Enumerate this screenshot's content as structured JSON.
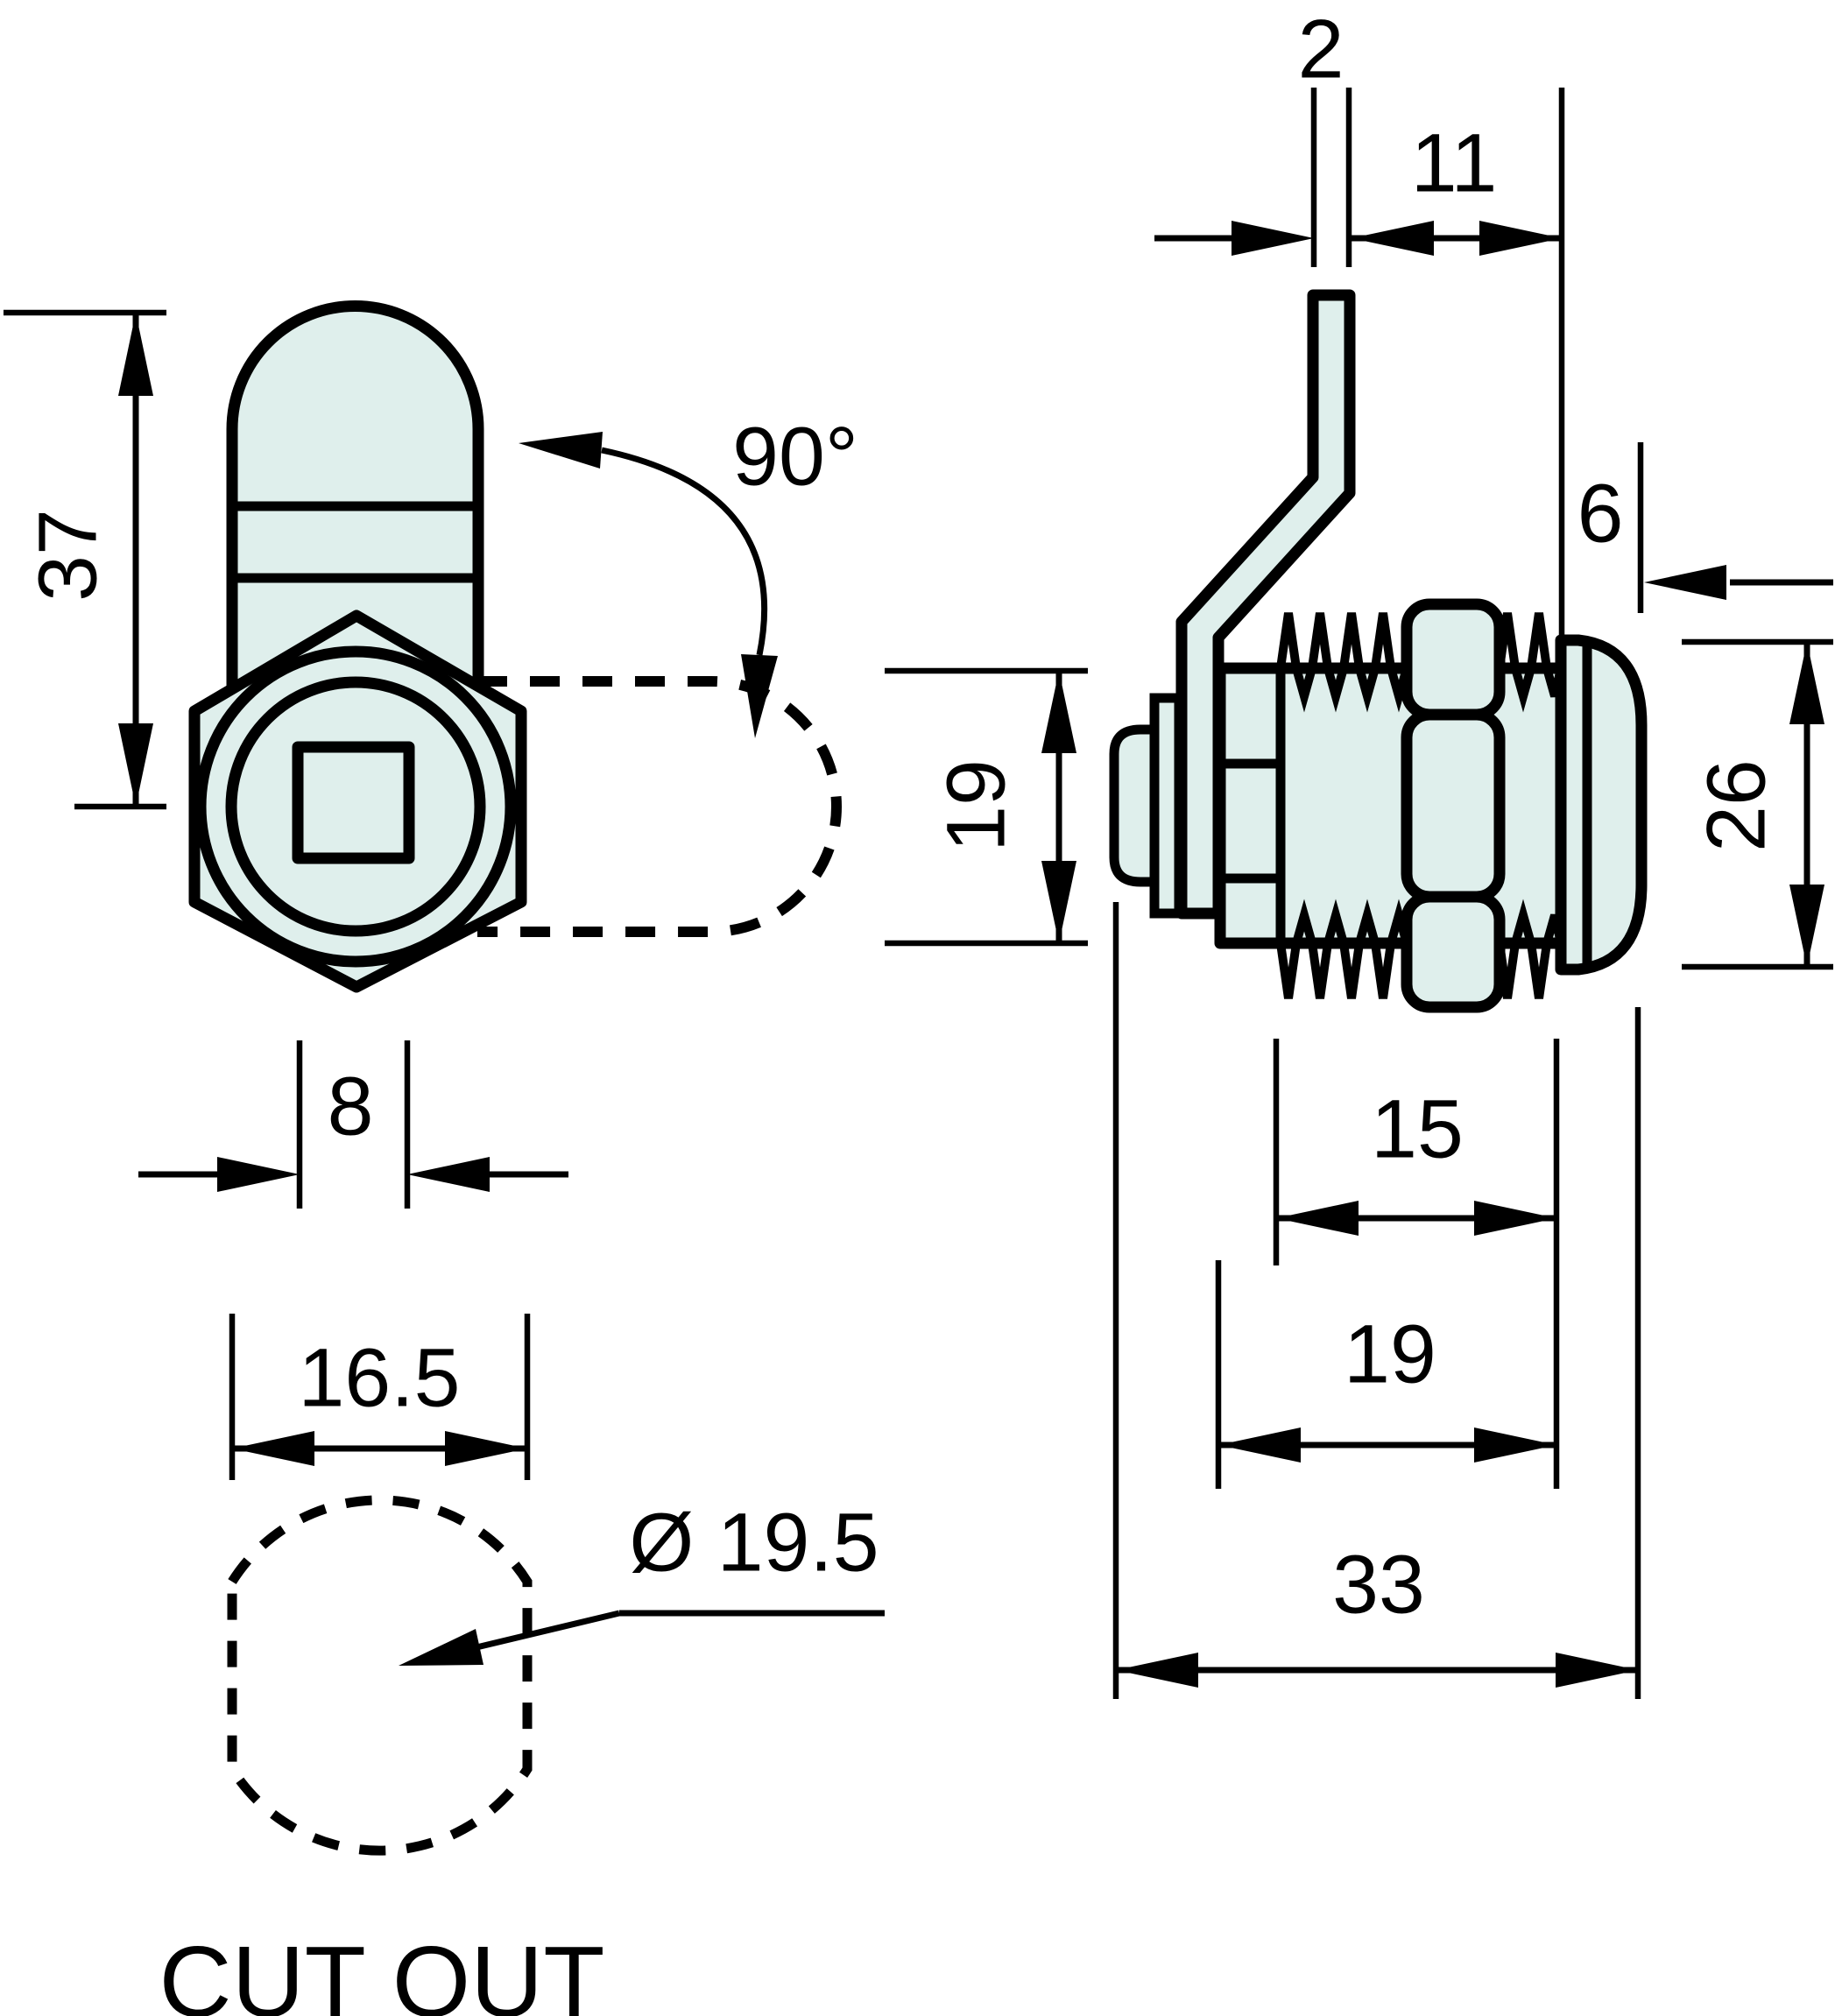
{
  "colors": {
    "part_fill": "#dfefec",
    "line": "#000000",
    "background": "#ffffff"
  },
  "front": {
    "dim_height": "37",
    "rotation": "90°",
    "dim_square": "8",
    "cutout_width": "16.5",
    "cutout_diameter": "Ø 19.5",
    "cutout_label": "CUT OUT"
  },
  "side": {
    "dim_cam_thickness": "2",
    "dim_cam_offset": "11",
    "dim_head_depth": "6",
    "dim_body_diameter": "19",
    "dim_head_diameter": "26",
    "dim_thread_length": "15",
    "dim_body_length": "19",
    "dim_overall_length": "33"
  }
}
